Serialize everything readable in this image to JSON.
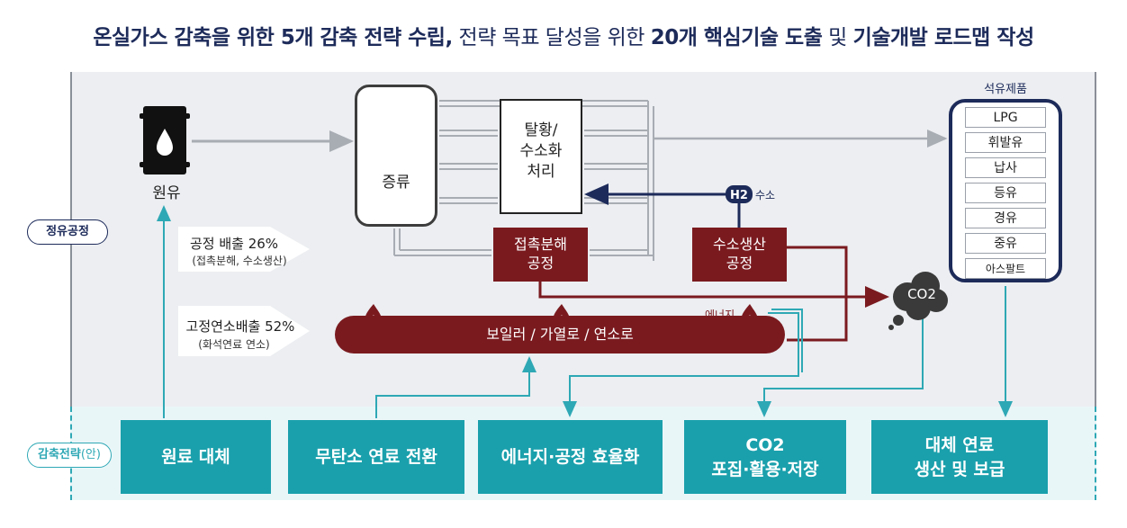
{
  "title": {
    "part1": "온실가스 감축을 위한 5개 감축 전략 수립,",
    "part2": " 전략 목표 달성을 위한 ",
    "part3": "20개 핵심기술 도출",
    "part4": " 및 ",
    "part5": "기술개발 로드맵 작성"
  },
  "side_labels": {
    "refining": "정유공정",
    "strategy": "감축전략",
    "strategy_paren": "(안)"
  },
  "process": {
    "crude": "원유",
    "distillation": "증류",
    "hydrotreating": [
      "탈황/",
      "수소화",
      "처리"
    ],
    "catalytic": [
      "접촉분해",
      "공정"
    ],
    "h2_production": [
      "수소생산",
      "공정"
    ],
    "boiler": "보일러 / 가열로 / 연소로",
    "h2_badge": "H2",
    "h2_label": "수소",
    "energy_label": "에너지",
    "co2": "CO2"
  },
  "emissions": {
    "process": {
      "title": "공정 배출 26%",
      "sub": "(접촉분해, 수소생산)"
    },
    "combustion": {
      "title": "고정연소배출 52%",
      "sub": "(화석연료 연소)"
    }
  },
  "products": {
    "title": "석유제품",
    "items": [
      "LPG",
      "휘발유",
      "납사",
      "등유",
      "경유",
      "중유",
      "아스팔트"
    ]
  },
  "strategies": [
    {
      "line1": "원료 대체",
      "line2": ""
    },
    {
      "line1": "무탄소 연료 전환",
      "line2": ""
    },
    {
      "line1": "에너지·공정 효율화",
      "line2": ""
    },
    {
      "line1": "CO2",
      "line2": "포집·활용·저장"
    },
    {
      "line1": "대체 연료",
      "line2": "생산 및 보급"
    }
  ],
  "colors": {
    "navy": "#1d2b5a",
    "dark_red": "#7a1a1f",
    "teal": "#1aa0ac",
    "panel_gray": "#eceef1"
  }
}
